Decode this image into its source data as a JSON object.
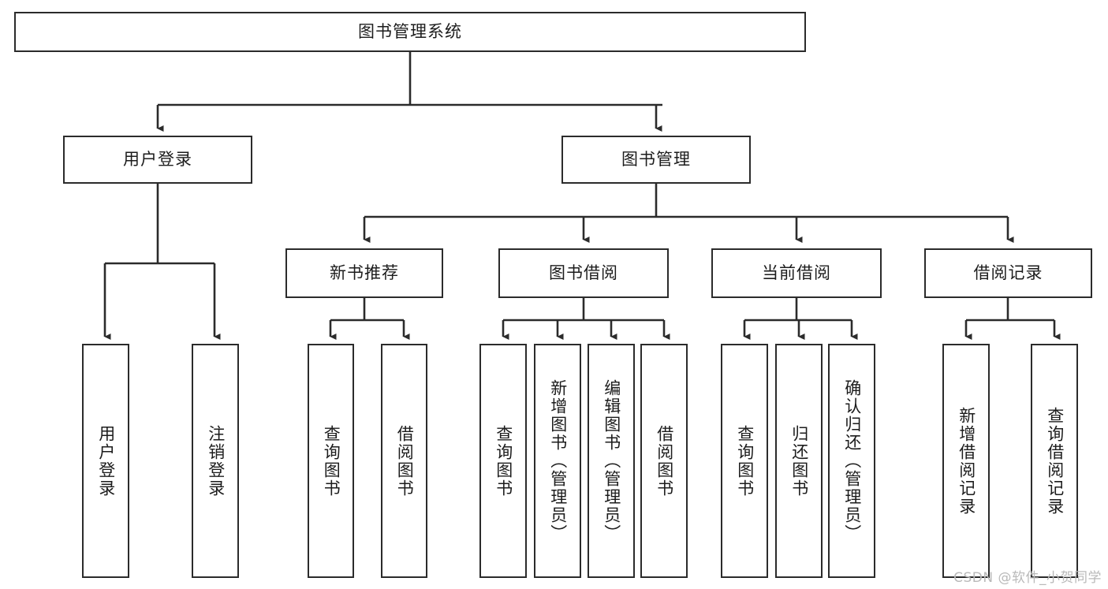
{
  "diagram": {
    "title": "图书管理系统",
    "type": "tree",
    "watermark": "CSDN @软件_小贺同学",
    "colors": {
      "box_border": "#2b2b2b",
      "box_fill": "#ffffff",
      "edge": "#2b2b2b",
      "text": "#1c1c1c",
      "watermark": "#b9b9b9"
    },
    "nodes": {
      "root": {
        "label": "图书管理系统"
      },
      "level2": [
        {
          "label": "用户登录"
        },
        {
          "label": "图书管理"
        }
      ],
      "level3": [
        {
          "label": "新书推荐"
        },
        {
          "label": "图书借阅"
        },
        {
          "label": "当前借阅"
        },
        {
          "label": "借阅记录"
        }
      ],
      "leaves": {
        "user_login": [
          {
            "label": "用户登录"
          },
          {
            "label": "注销登录"
          }
        ],
        "new_book_recommend": [
          {
            "label": "查询图书"
          },
          {
            "label": "借阅图书"
          }
        ],
        "book_borrow": [
          {
            "label": "查询图书"
          },
          {
            "label": "新增图书（管理员）"
          },
          {
            "label": "编辑图书（管理员）"
          },
          {
            "label": "借阅图书"
          }
        ],
        "current_borrow": [
          {
            "label": "查询图书"
          },
          {
            "label": "归还图书"
          },
          {
            "label": "确认归还（管理员）"
          }
        ],
        "borrow_record": [
          {
            "label": "新增借阅记录"
          },
          {
            "label": "查询借阅记录"
          }
        ]
      }
    }
  }
}
